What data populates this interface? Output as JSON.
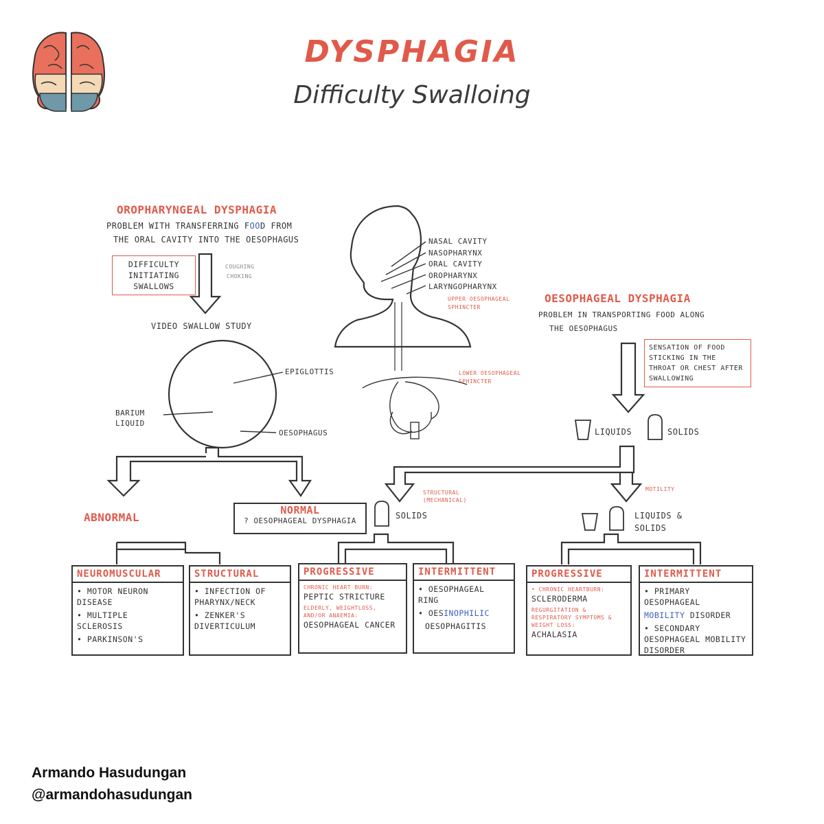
{
  "header": {
    "title": "DYSPHAGIA",
    "subtitle": "Difficulty Swalloing"
  },
  "logo": {
    "icon": "brain-icon",
    "colors": [
      "#e8705d",
      "#f3d9b6",
      "#6f98a8"
    ]
  },
  "oropharyngeal": {
    "title": "OROPHARYNGEAL DYSPHAGIA",
    "desc_line1": "PROBLEM WITH TRANSFERRING F",
    "desc_blue": "OO",
    "desc_line1b": "D FROM",
    "desc_line2": "THE ORAL CAVITY INTO THE OESOPHAGUS",
    "symptom": "DIFFICULTY INITIATING SWALLOWS",
    "side_note_1": "COUGHING",
    "side_note_2": "CHOKING",
    "study": "VIDEO SWALLOW STUDY",
    "label_epiglottis": "EPIGLOTTIS",
    "label_barium": "BARIUM LIQUID",
    "label_oesophagus": "OESOPHAGUS"
  },
  "anatomy": {
    "labels": [
      "NASAL CAVITY",
      "NASOPHARYNX",
      "ORAL CAVITY",
      "OROPHARYNX",
      "LARYNGOPHARYNX"
    ],
    "upper_sphincter": "UPPER OESOPHAGEAL SPHINCTER",
    "lower_sphincter": "LOWER OESOPHAGEAL SPHINCTER"
  },
  "oesophageal": {
    "title": "OESOPHAGEAL DYSPHAGIA",
    "desc_line1": "PROBLEM IN TRANSPORTING FOOD ALONG",
    "desc_line2": "THE OESOPHAGUS",
    "symptom": "SENSATION OF FOOD STICKING IN THE THROAT OR CHEST AFTER SWALLOWING",
    "liquids": "LIQUIDS",
    "solids": "SOLIDS"
  },
  "branches": {
    "abnormal": "ABNORMAL",
    "normal": "NORMAL",
    "normal_sub": "? OESOPHAGEAL DYSPHAGIA",
    "structural_note": "STRUCTURAL (MECHANICAL)",
    "structural_solids": "SOLIDS",
    "motility_note": "MOTILITY",
    "motility_both": "LIQUIDS & SOLIDS"
  },
  "boxes": {
    "neuromuscular": {
      "title": "NEUROMUSCULAR",
      "items": [
        "• MOTOR NEURON DISEASE",
        "• MULTIPLE SCLEROSIS",
        "• PARKINSON'S"
      ]
    },
    "structural": {
      "title": "STRUCTURAL",
      "items": [
        "• INFECTION OF PHARYNX/NECK",
        "• ZENKER'S DIVERTICULUM"
      ]
    },
    "progressive1": {
      "title": "PROGRESSIVE",
      "note1": "CHRONIC HEART BURN:",
      "item1": "PEPTIC STRICTURE",
      "note2": "ELDERLY, WEIGHTLOSS, AND/OR ANAEMIA:",
      "item2": "OESOPHAGEAL CANCER"
    },
    "intermittent1": {
      "title": "INTERMITTENT",
      "item1": "• OESOPHAGEAL RING",
      "item2a": "• OES",
      "item2b": "INOPHILIC",
      "item2c": "OESOPHAGITIS"
    },
    "progressive2": {
      "title": "PROGRESSIVE",
      "note1": "• CHRONIC HEARTBURN:",
      "item1": "SCLERODERMA",
      "note2": "REGURGITATION & RESPIRATORY SYMPTOMS & WEIGHT LOSS:",
      "item2": "ACHALASIA"
    },
    "intermittent2": {
      "title": "INTERMITTENT",
      "item1": "• PRIMARY OESOPHAGEAL",
      "item1_blue": "MOBILITY",
      "item1_end": "DISORDER",
      "item2": "• SECONDARY OESOPHAGEAL MOBILITY DISORDER"
    }
  },
  "footer": {
    "name": "Armando Hasudungan",
    "handle": "@armandohasudungan"
  }
}
